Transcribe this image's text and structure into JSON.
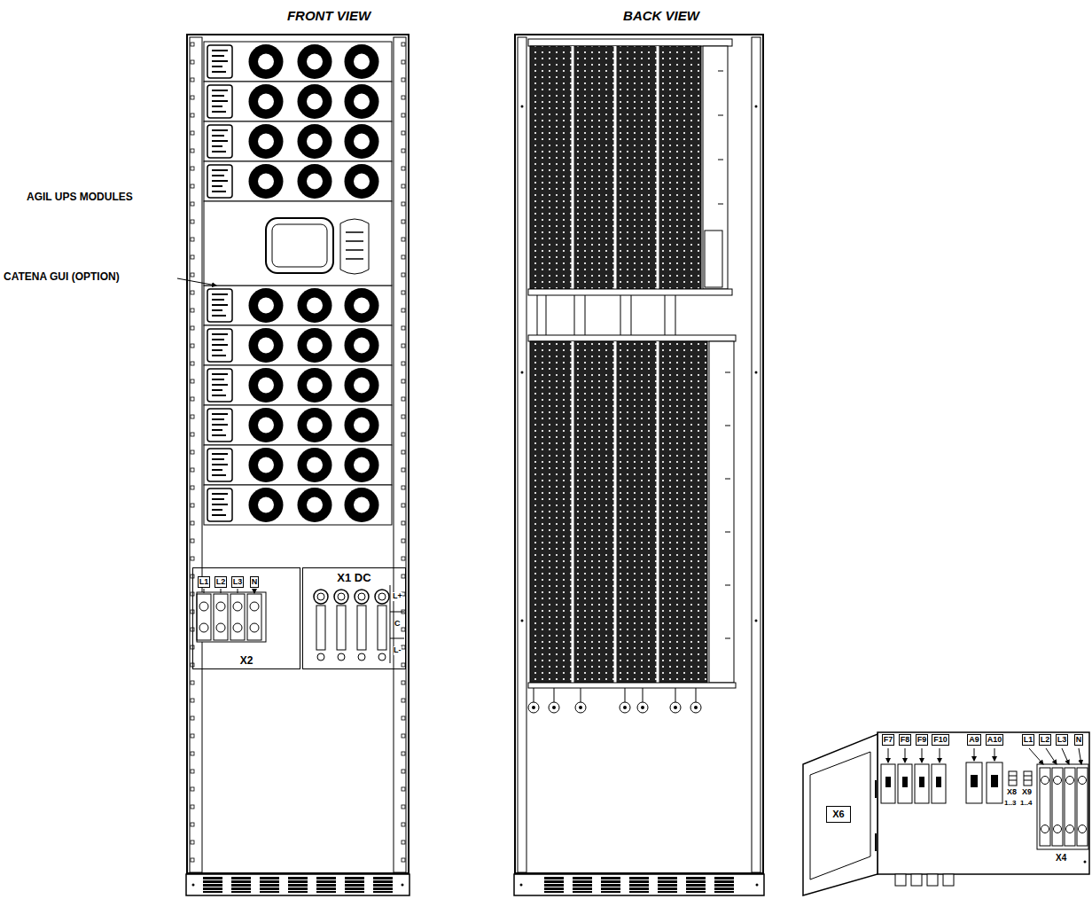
{
  "diagram": {
    "nodes": [
      {
        "text": [
          "FRONT VIEW"
        ]
      },
      {
        "text": [
          "BACK VIEW"
        ]
      },
      {
        "text": [
          "X2"
        ],
        "in": 0
      },
      {
        "text": [
          "L1"
        ],
        "in": 2
      },
      {
        "text": [
          "L2"
        ],
        "in": 2
      },
      {
        "text": [
          "L3"
        ],
        "in": 2
      },
      {
        "text": [
          "N"
        ],
        "in": 2
      },
      {
        "text": [
          "X1 DC"
        ],
        "in": 0
      },
      {
        "text": [
          "F7"
        ]
      },
      {
        "text": [
          "F8"
        ]
      },
      {
        "text": [
          "F9"
        ]
      },
      {
        "text": [
          "F10"
        ]
      },
      {
        "text": [
          "A9"
        ]
      },
      {
        "text": [
          "A10"
        ]
      },
      {
        "text": [
          "L1"
        ]
      },
      {
        "text": [
          "L2"
        ]
      },
      {
        "text": [
          "L3"
        ]
      },
      {
        "text": [
          "N"
        ]
      },
      {
        "text": [
          "X6"
        ]
      }
    ],
    "labels": [
      "AGIL UPS MODULES",
      "CATENA GUI (OPTION)",
      "L+",
      "C",
      "L-",
      "X8",
      "X9",
      "1..3",
      "1..4",
      "X4"
    ]
  }
}
